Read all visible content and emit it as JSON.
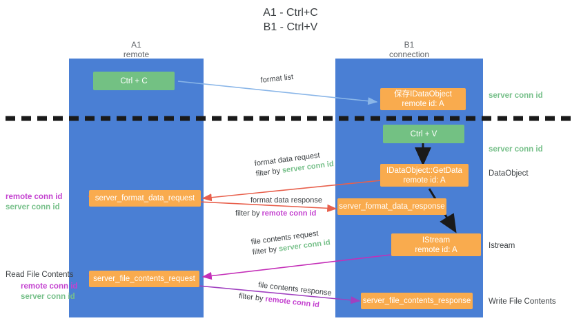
{
  "title": {
    "line1": "A1 - Ctrl+C",
    "line2": "B1 - Ctrl+V"
  },
  "columns": {
    "left": {
      "name": "A1",
      "sub": "remote"
    },
    "right": {
      "name": "B1",
      "sub": "connection"
    }
  },
  "colors": {
    "lane": "#4a7fd4",
    "green_box": "#73c183",
    "orange_box": "#f9ab4e",
    "remote_conn": "#c443d0",
    "server_conn": "#77c08a",
    "arrow_blue": "#8ab6e8",
    "arrow_red": "#e8604c",
    "arrow_magenta": "#c42fb8",
    "arrow_purple": "#a040c0",
    "arrow_black": "#1a1a1a",
    "divider": "#1a1a1a"
  },
  "nodes": {
    "ctrl_c": {
      "label": "Ctrl + C"
    },
    "store_dataobject": {
      "line1": "保存IDataObject",
      "line2": "remote id: A"
    },
    "ctrl_v": {
      "label": "Ctrl + V"
    },
    "getdata": {
      "line1": "IDataObject::GetData",
      "line2": "remote id: A"
    },
    "istream": {
      "line1": "IStream",
      "line2": "remote id: A"
    },
    "server_format_data_request": {
      "label": "server_format_data_request"
    },
    "server_format_data_response": {
      "label": "server_format_data_response"
    },
    "server_file_contents_request": {
      "label": "server_file_contents_request"
    },
    "server_file_contents_response": {
      "label": "server_file_contents_response"
    }
  },
  "flows": {
    "format_list": {
      "label": "format list"
    },
    "format_data_request": {
      "line1": "format data request",
      "prefix": "filter by ",
      "emphasis": "server conn id"
    },
    "format_data_response": {
      "line1": "format data response",
      "prefix": "filter by ",
      "emphasis": "remote conn id"
    },
    "file_contents_request": {
      "line1": "file contents request",
      "prefix": "filter by ",
      "emphasis": "server conn id"
    },
    "file_contents_response": {
      "line1": "file contents response",
      "prefix": "filter by ",
      "emphasis": "remote conn id"
    }
  },
  "side_labels": {
    "server_conn_top": "server conn id",
    "server_conn_mid": "server conn id",
    "dataobject": "DataObject",
    "istream": "Istream",
    "write_file_contents": "Write File Contents"
  },
  "left_legends": {
    "mid": {
      "remote": "remote conn id",
      "server": "server conn id"
    },
    "bottom": {
      "header": "Read File Contents",
      "remote": "remote conn id",
      "server": "server conn id"
    }
  }
}
